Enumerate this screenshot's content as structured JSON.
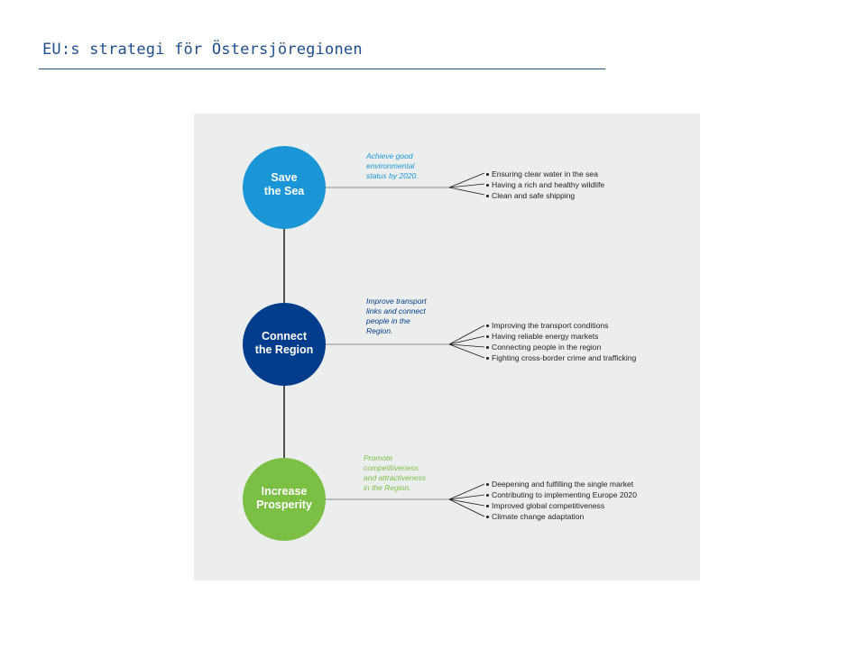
{
  "title": "EU:s strategi för Östersjöregionen",
  "colors": {
    "title": "#1f4e8c",
    "panel_background": "#eceeee",
    "connector": "#1a1a1a",
    "branch_line": "#8a8f94"
  },
  "objectives": [
    {
      "name": "Save\nthe Sea",
      "color": "#1a96d6",
      "description": "Achieve good\nenvironmental\nstatus by 2020.",
      "items": [
        "Ensuring clear water in the sea",
        "Having a rich and healthy wildlife",
        "Clean and safe shipping"
      ]
    },
    {
      "name": "Connect\nthe Region",
      "color": "#003c8c",
      "description": "Improve transport\nlinks and connect\npeople in the\nRegion.",
      "items": [
        "Improving the transport conditions",
        "Having reliable energy markets",
        "Connecting people in the region",
        "Fighting cross-border crime and trafficking"
      ]
    },
    {
      "name": "Increase\nProsperity",
      "color": "#7cbf45",
      "description": "Promote\ncompetitiveness\nand attractiveness\nin the Region.",
      "items": [
        "Deepening and fulfilling the single market",
        "Contributing to implementing Europe 2020",
        "Improved global competitiveness",
        "Climate change adaptation"
      ]
    }
  ]
}
